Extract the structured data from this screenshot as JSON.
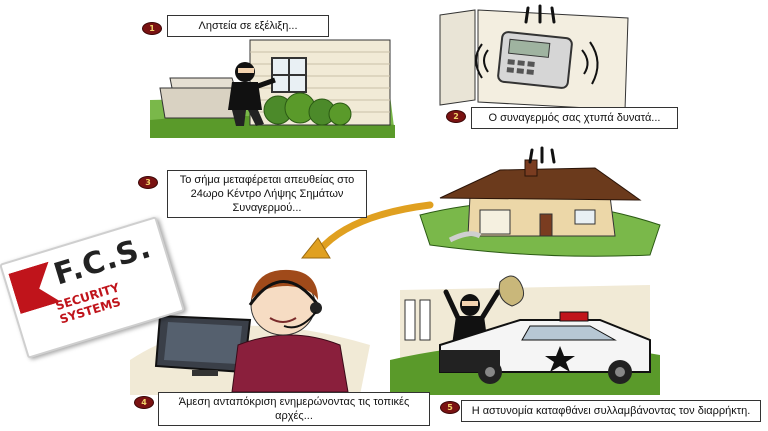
{
  "captions": {
    "c1": "Ληστεία σε εξέλιξη...",
    "c2": "Ο συναγερμός σας χτυπά δυνατά...",
    "c3_line1": "Το σήμα μεταφέρεται απευθείας στο",
    "c3_line2": "24ωρο Κέντρο Λήψης Σημάτων",
    "c3_line3": "Συναγερμού...",
    "c4_line1": "Άμεση ανταπόκριση ενημερώνοντας τις τοπικές",
    "c4_line2": "αρχές...",
    "c5": "Η αστυνομία καταφθάνει συλλαμβάνοντας τον διαρρήκτη."
  },
  "badges": [
    "1",
    "2",
    "3",
    "4",
    "5"
  ],
  "logo": {
    "main": "F.C.S.",
    "sub": "SECURITY SYSTEMS"
  },
  "colors": {
    "badge": "#7a1212",
    "arrow": "#e0a020",
    "grass": "#5a9a2a",
    "roof": "#6b3a1c",
    "red": "#c0141b"
  }
}
